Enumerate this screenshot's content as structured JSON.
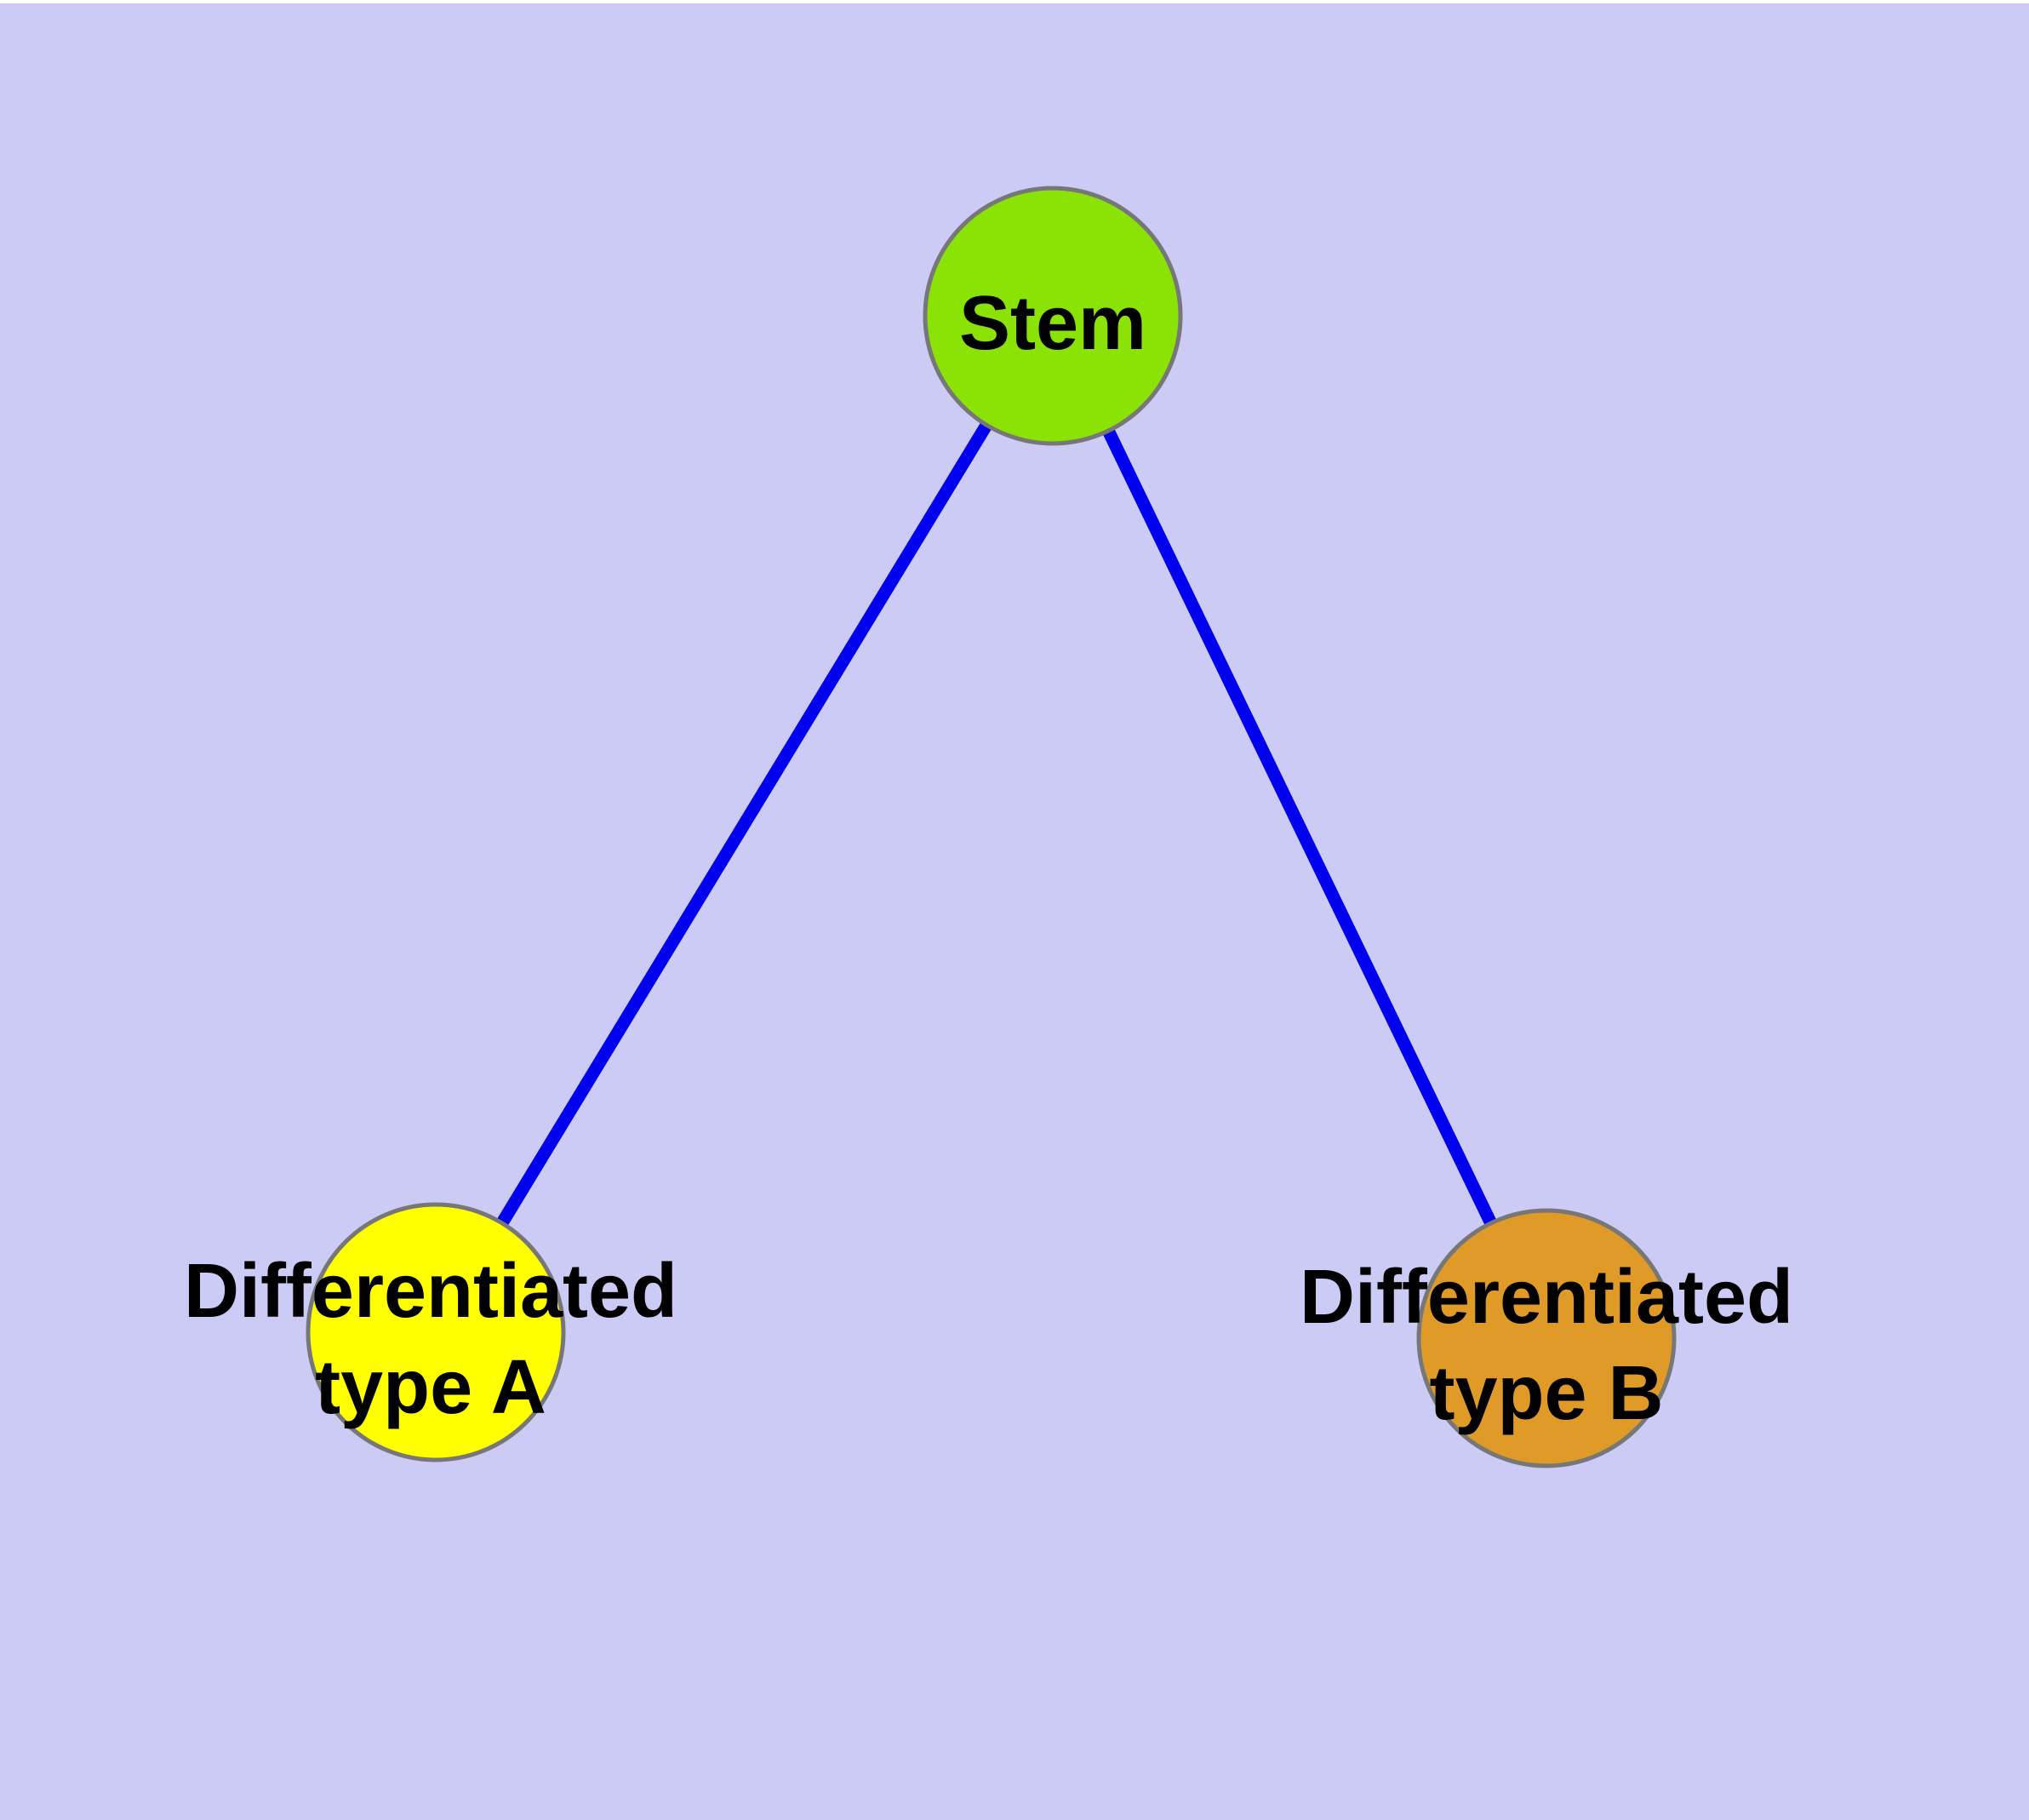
{
  "diagram": {
    "background_color": "#cbcbf5",
    "top_margin_color": "#ffffff",
    "edge_color": "#0000ee",
    "node_border_color": "#777777",
    "label_color": "#000000",
    "nodes": [
      {
        "id": "stem",
        "label": "Stem",
        "fill": "#8be305"
      },
      {
        "id": "differentiated-type-a",
        "label_line1": "Differentiated",
        "label_line2": "type A",
        "fill": "#ffff00"
      },
      {
        "id": "differentiated-type-b",
        "label_line1": "Differentiated",
        "label_line2": "type B",
        "fill": "#e09a28"
      }
    ],
    "edges": [
      {
        "from": "stem",
        "to": "differentiated-type-a"
      },
      {
        "from": "stem",
        "to": "differentiated-type-b"
      }
    ]
  }
}
